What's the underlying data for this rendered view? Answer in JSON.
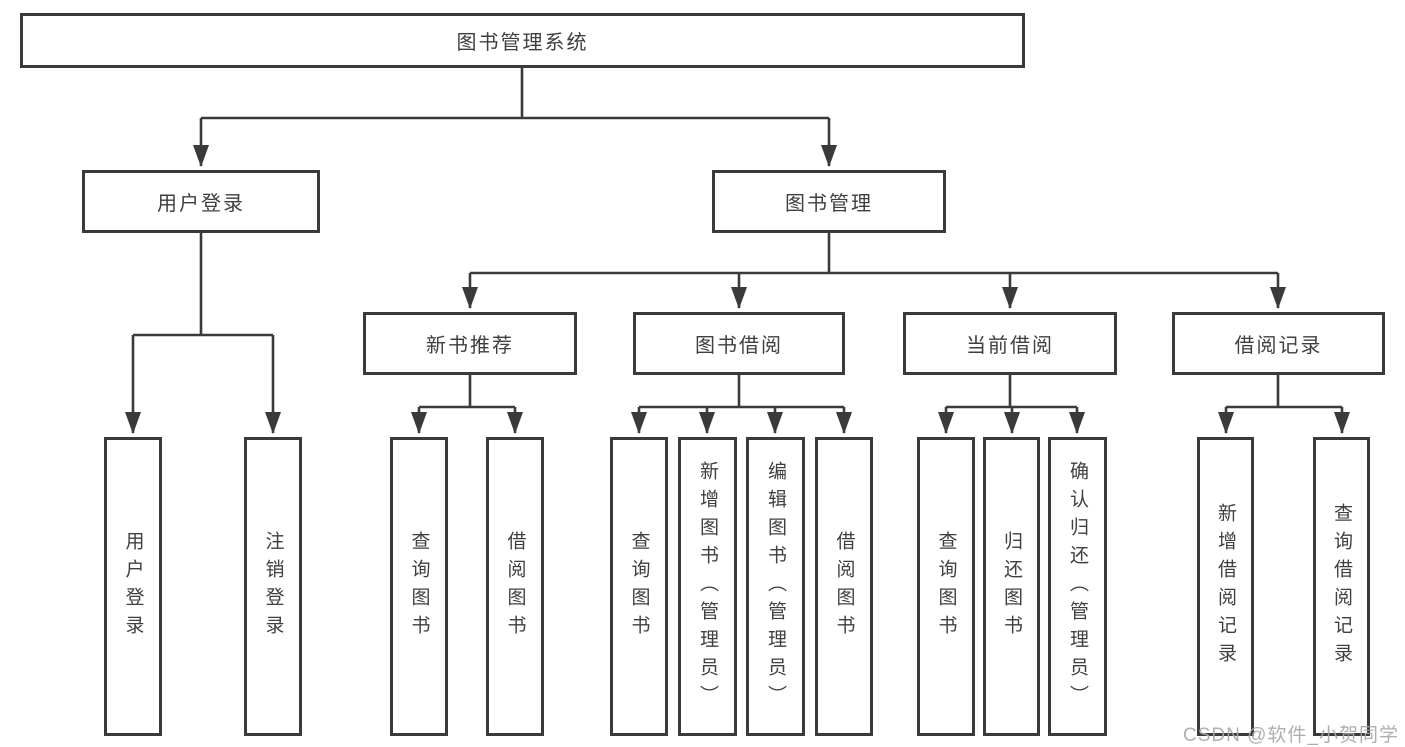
{
  "diagram": {
    "title": "图书管理系统",
    "watermark": "CSDN @软件_小贺同学",
    "colors": {
      "background": "#ffffff",
      "line": "#3a3a3a",
      "box_border": "#3a3a3a",
      "text": "#3f3f3f",
      "watermark": "#a8a8a8"
    },
    "nodes": {
      "root": "图书管理系统",
      "user_login": "用户登录",
      "book_management": "图书管理",
      "new_book_recommend": "新书推荐",
      "book_borrowing": "图书借阅",
      "current_borrowing": "当前借阅",
      "borrowing_records": "借阅记录",
      "leaves": {
        "user_login_action": "用户登录",
        "logout": "注销登录",
        "search_books_recommend": "查询图书",
        "borrow_books_recommend": "借阅图书",
        "search_books_borrowing": "查询图书",
        "add_books_admin": "新增图书（管理员）",
        "edit_books_admin": "编辑图书（管理员）",
        "borrow_books": "借阅图书",
        "search_books_current": "查询图书",
        "return_books": "归还图书",
        "confirm_return_admin": "确认归还（管理员）",
        "add_borrowing_record": "新增借阅记录",
        "search_borrowing_record": "查询借阅记录"
      }
    }
  }
}
